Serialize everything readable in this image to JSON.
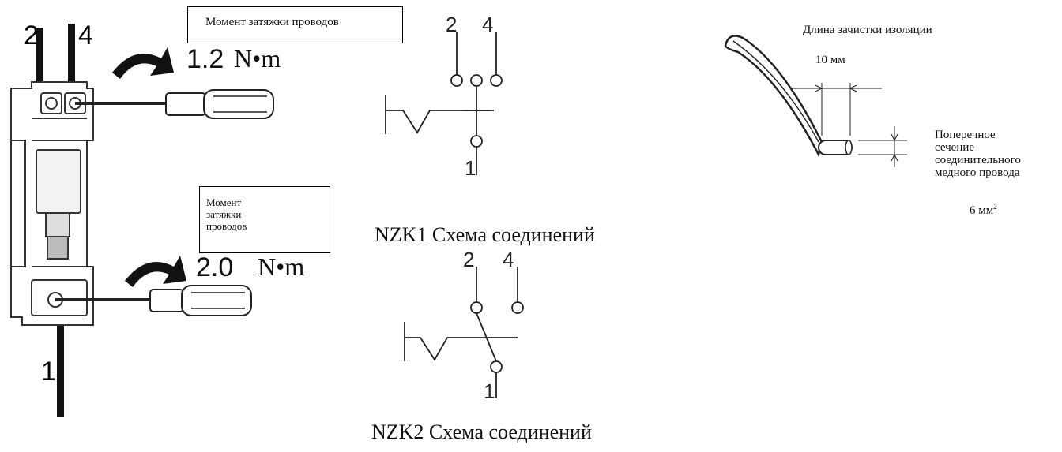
{
  "breaker": {
    "terminal_labels": {
      "top_left": "2",
      "top_right": "4",
      "bottom": "1"
    },
    "torque_top": {
      "label": "Момент затяжки проводов",
      "value": "1.2",
      "unit": "N•m"
    },
    "torque_bottom": {
      "label_lines": [
        "Момент",
        "затяжки",
        "проводов"
      ],
      "value": "2.0",
      "unit": "N•m"
    }
  },
  "nzk1": {
    "caption": "NZK1 Схема соединений",
    "terminals": {
      "a": "2",
      "b": "4",
      "c": "1"
    }
  },
  "nzk2": {
    "caption": "NZK2 Схема соединений",
    "terminals": {
      "a": "2",
      "b": "4",
      "c": "1"
    }
  },
  "wire": {
    "strip_title": "Длина зачистки изоляции",
    "strip_length": "10 мм",
    "cross_section_lines": [
      "Поперечное",
      "сечение",
      "соединительного",
      "медного провода"
    ],
    "cross_section_value": "6 мм",
    "cross_section_sup": "2"
  }
}
